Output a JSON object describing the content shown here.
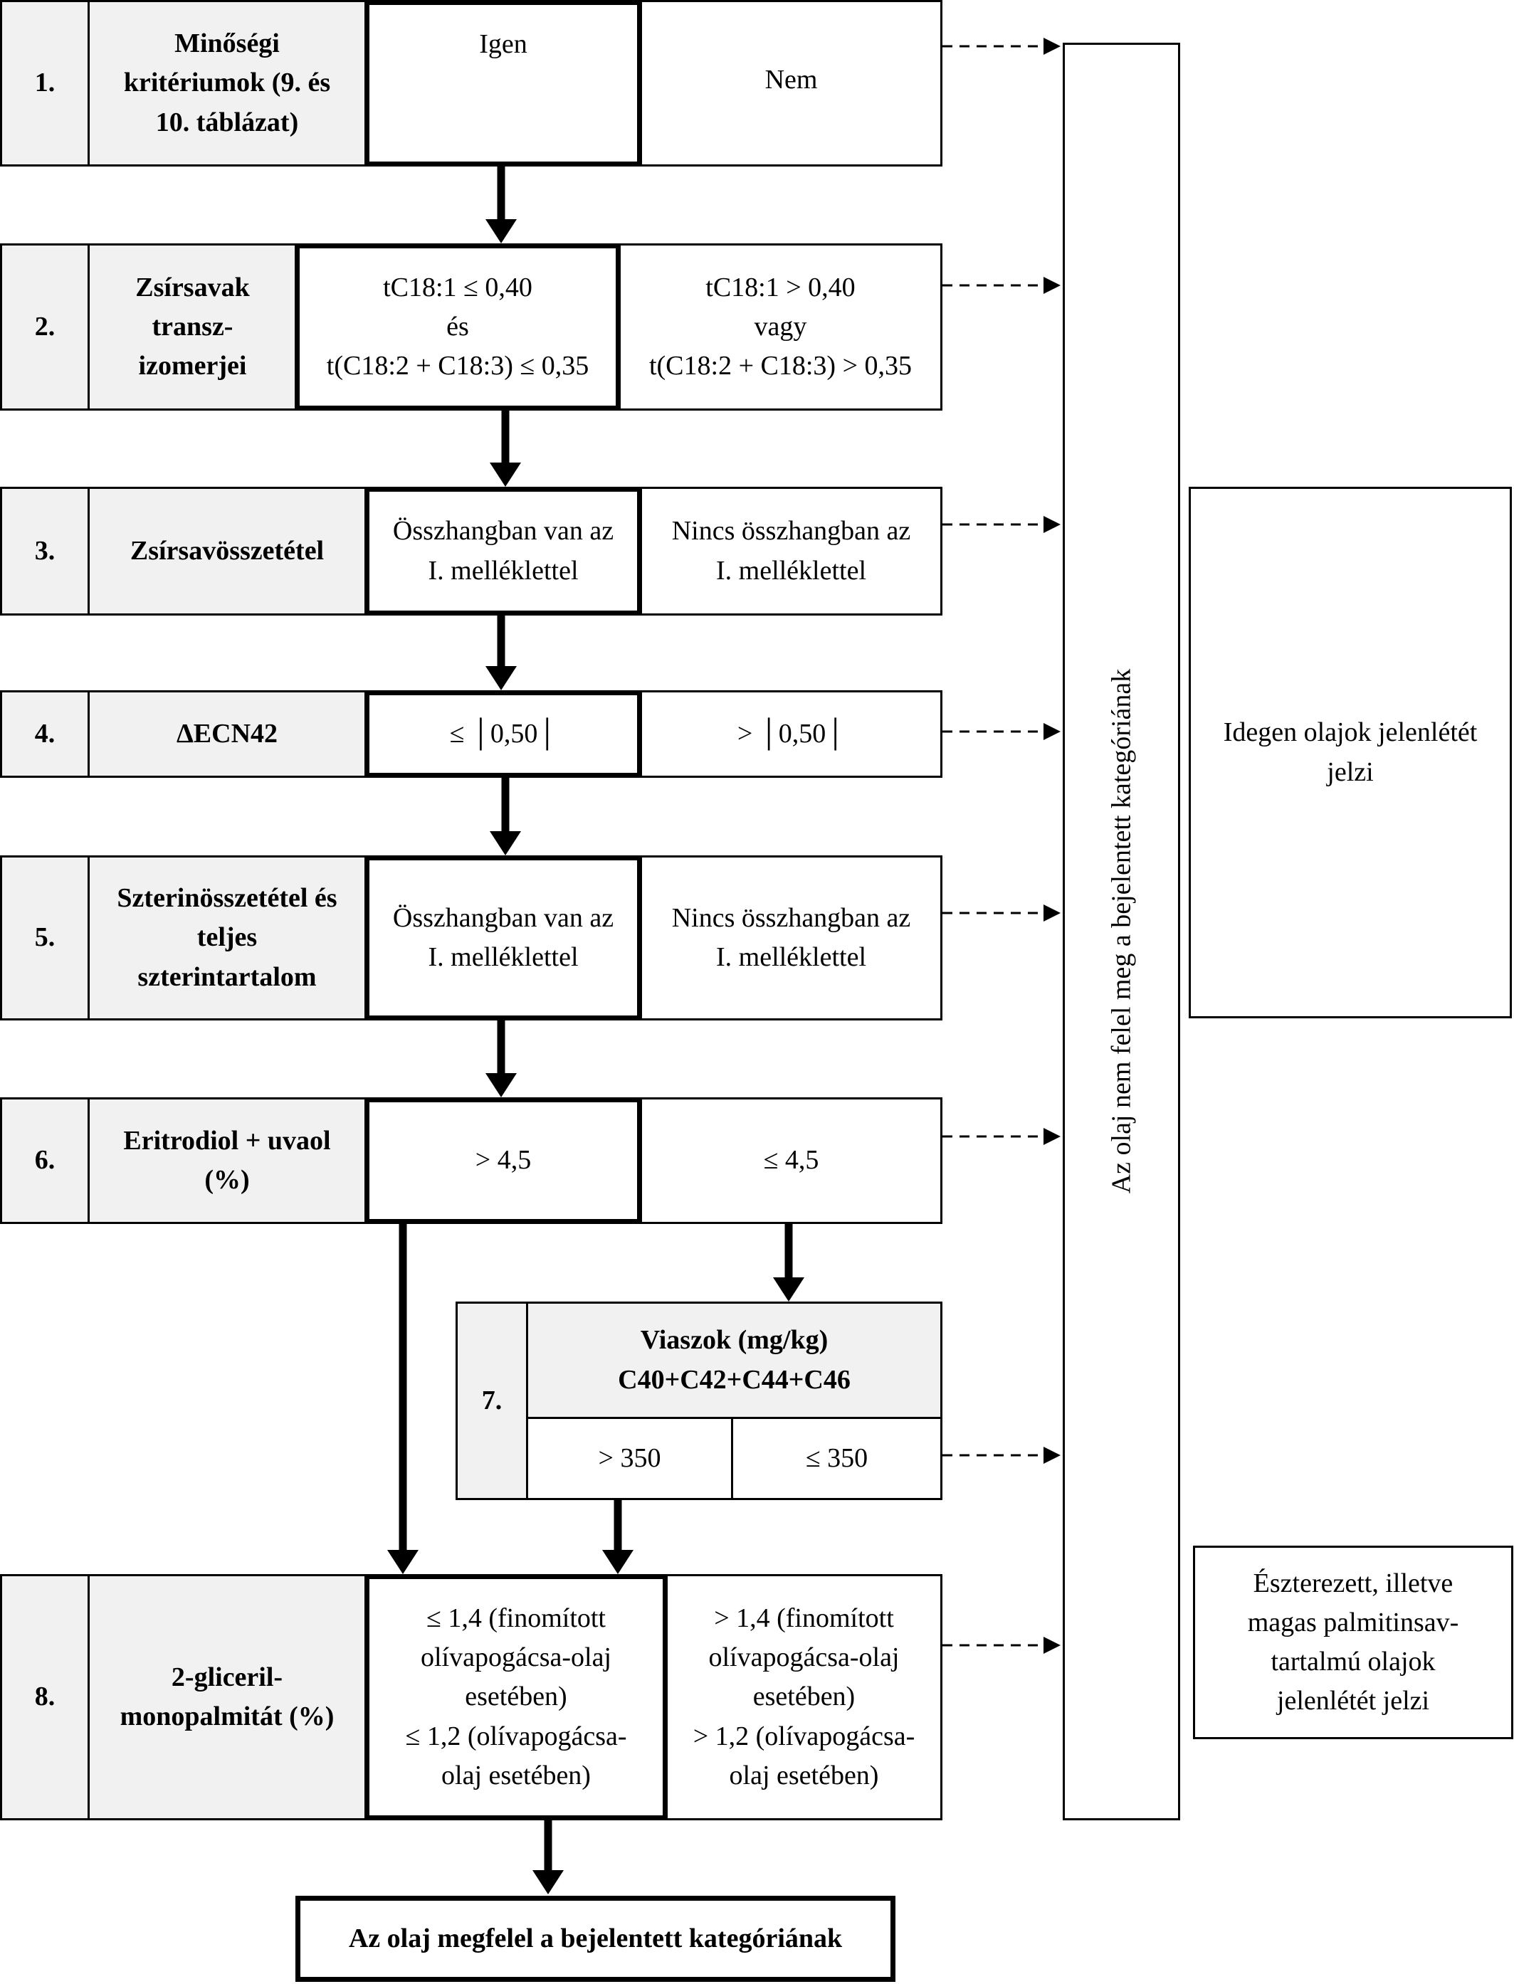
{
  "steps": [
    {
      "num": "1.",
      "label": "Minőségi\nkritériumok (9. és\n10. táblázat)",
      "pass": "Igen",
      "fail": "Nem"
    },
    {
      "num": "2.",
      "label": "Zsírsavak\ntransz-\nizomerjei",
      "pass": "tC18:1 ≤ 0,40\nés\nt(C18:2 + C18:3) ≤ 0,35",
      "fail": "tC18:1 > 0,40\nvagy\nt(C18:2 + C18:3) > 0,35"
    },
    {
      "num": "3.",
      "label": "Zsírsavösszetétel",
      "pass": "Összhangban van az\nI. melléklettel",
      "fail": "Nincs összhangban az\nI. melléklettel"
    },
    {
      "num": "4.",
      "label": "ΔECN42",
      "pass": "≤ │0,50│",
      "fail": "> │0,50│"
    },
    {
      "num": "5.",
      "label": "Szterinösszetétel és\nteljes\nszterintartalom",
      "pass": "Összhangban van az\nI. melléklettel",
      "fail": "Nincs összhangban az\nI. melléklettel"
    },
    {
      "num": "6.",
      "label": "Eritrodiol + uvaol\n(%)",
      "pass": "> 4,5",
      "fail": "≤ 4,5"
    },
    {
      "num": "7.",
      "label": "Viaszok (mg/kg)\nC40+C42+C44+C46",
      "pass": "> 350",
      "fail": "≤ 350"
    },
    {
      "num": "8.",
      "label": "2-gliceril-\nmonopalmitát (%)",
      "pass": "≤ 1,4 (finomított\nolívapogácsa-olaj\nesetében)\n≤ 1,2 (olívapogácsa-\nolaj esetében)",
      "fail": "> 1,4 (finomított\nolívapogácsa-olaj\nesetében)\n> 1,2 (olívapogácsa-\nolaj esetében)"
    }
  ],
  "reject_column": "Az olaj nem felel meg a bejelentett kategóriának",
  "note_foreign": "Idegen olajok jelenlétét\njelzi",
  "note_esterified": "Észterezett, illetve\nmagas palmitinsav-\ntartalmú olajok\njelenlétét jelzi",
  "final": "Az olaj megfelel a bejelentett kategóriának"
}
